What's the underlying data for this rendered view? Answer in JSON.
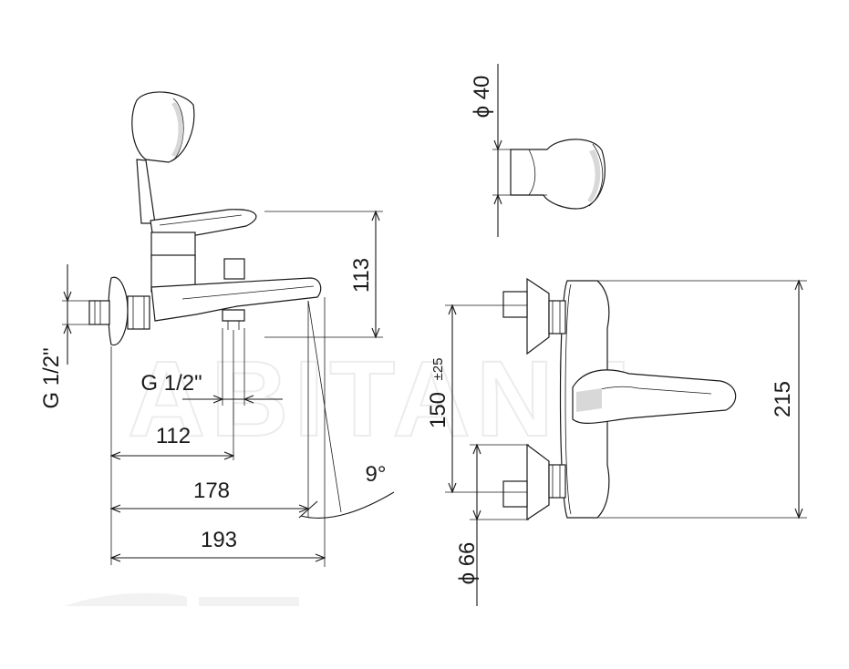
{
  "watermark": "ABITANT",
  "dimensions": {
    "height_113": "113",
    "inlet_thread": "G 1/2\"",
    "outlet_thread": "G 1/2\"",
    "length_112": "112",
    "length_178": "178",
    "length_193": "193",
    "angle": "9°",
    "diameter_40": "ϕ 40",
    "centers": "150",
    "centers_tolerance": "±25",
    "height_215": "215",
    "diameter_66": "ϕ 66"
  }
}
